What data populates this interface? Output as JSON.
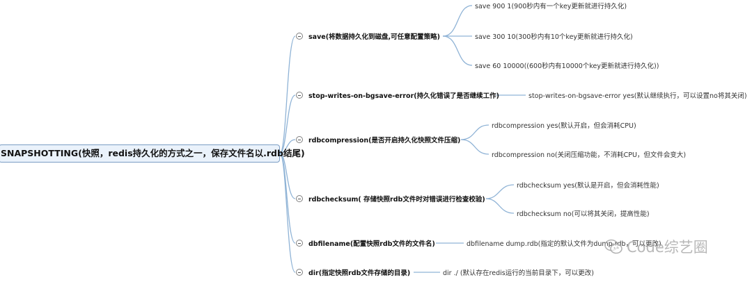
{
  "root": {
    "label": "SNAPSHOTTING(快照，redis持久化的方式之一，保存文件名以.rdb结尾)"
  },
  "branches": [
    {
      "label": "save(将数据持久化到磁盘,可任意配置策略)",
      "children": [
        "save 900 1(900秒内有一个key更新就进行持久化)",
        "save 300 10(300秒内有10个key更新就进行持久化)",
        "save 60 10000((600秒内有10000个key更新就进行持久化))"
      ]
    },
    {
      "label": "stop-writes-on-bgsave-error(持久化错误了是否继续工作)",
      "children": [
        "stop-writes-on-bgsave-error yes(默认继续执行，可以设置no将其关闭)"
      ]
    },
    {
      "label": "rdbcompression(是否开启持久化快照文件压缩)",
      "children": [
        "rdbcompression yes(默认开启，但会消耗CPU)",
        "rdbcompression no(关闭压缩功能，不消耗CPU，但文件会变大)"
      ]
    },
    {
      "label": "rdbchecksum( 存储快照rdb文件时对错误进行检查校验)",
      "children": [
        "rdbchecksum yes(默认是开启，但会消耗性能)",
        "rdbchecksum no(可以将其关闭，提高性能)"
      ]
    },
    {
      "label": "dbfilename(配置快照rdb文件的文件名)",
      "children": [
        "dbfilename dump.rdb(指定的默认文件为dump.rdb，可以更改)"
      ]
    },
    {
      "label": "dir(指定快照rdb文件存储的目录)",
      "children": [
        "dir ./ (默认存在redis运行的当前目录下，可以更改)"
      ]
    }
  ],
  "watermark": {
    "text": "Code综艺圈",
    "icon": "wechat-icon"
  },
  "colors": {
    "connector": "#8fb3d6",
    "root_fill": "#eaf2fb",
    "root_border": "#7a9cc4"
  }
}
